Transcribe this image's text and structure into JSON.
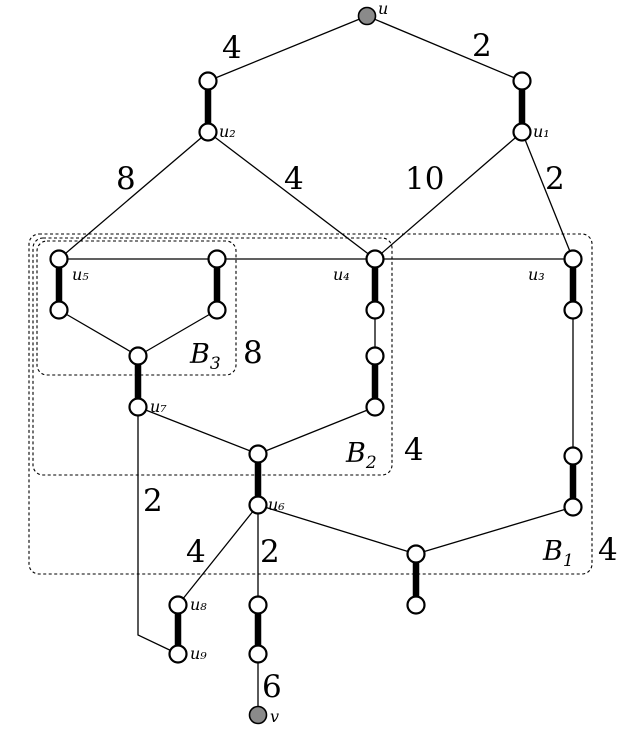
{
  "diagram": {
    "vertex_labels": {
      "u": "u",
      "v": "v",
      "u1": "u₁",
      "u2": "u₂",
      "u3": "u₃",
      "u4": "u₄",
      "u5": "u₅",
      "u6": "u₆",
      "u7": "u₇",
      "u8": "u₈",
      "u9": "u₉"
    },
    "edge_weights": {
      "u_left": "4",
      "u_right": "2",
      "u2_u5": "8",
      "u2_u4": "4",
      "u1_u4": "10",
      "u1_u3": "2",
      "u7_u9": "2",
      "u6_u8": "4",
      "u6_down": "2",
      "v_edge": "6"
    },
    "blocks": {
      "B1": {
        "name": "B",
        "sub": "1",
        "weight": "4"
      },
      "B2": {
        "name": "B",
        "sub": "2",
        "weight": "4"
      },
      "B3": {
        "name": "B",
        "sub": "3",
        "weight": "8"
      }
    }
  }
}
